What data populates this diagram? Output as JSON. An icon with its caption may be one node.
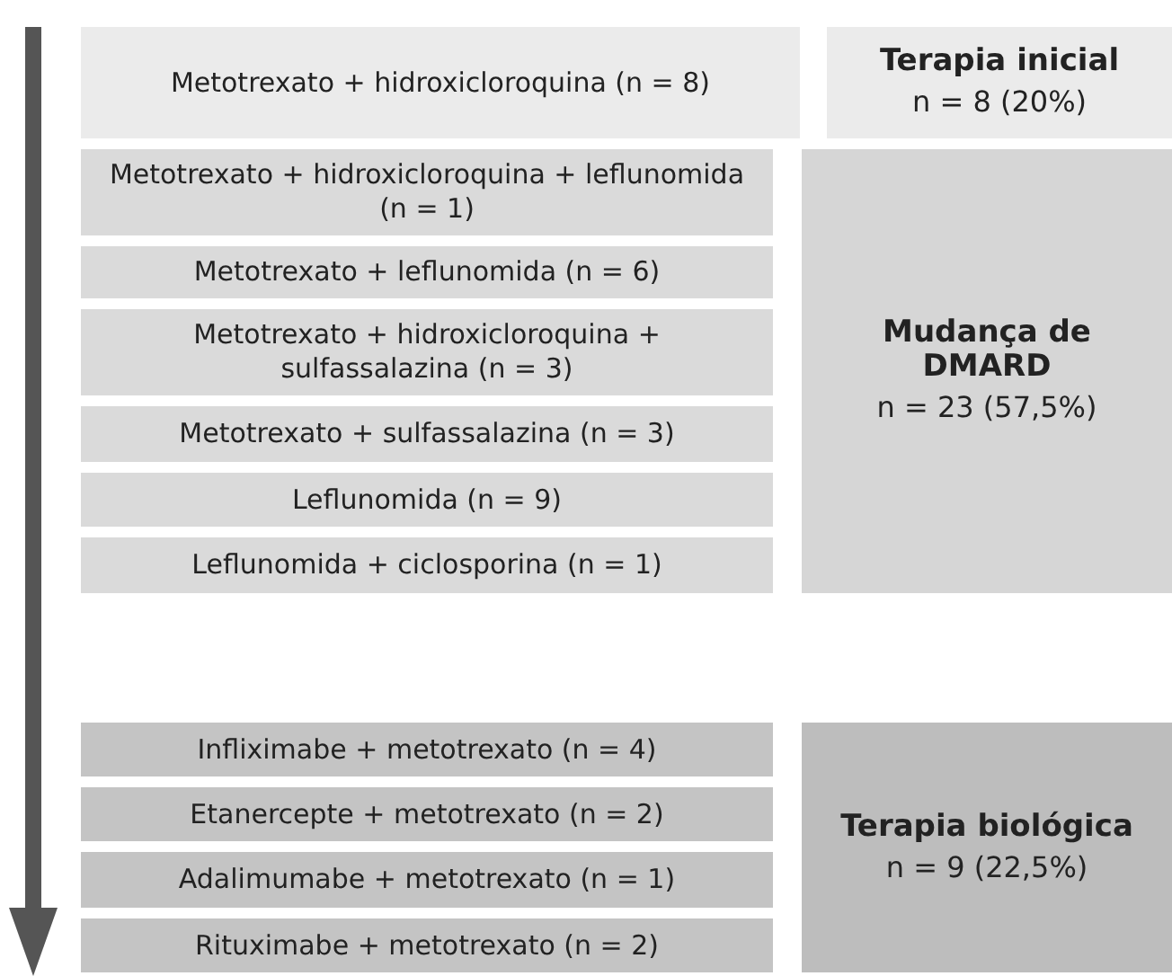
{
  "diagram": {
    "nodes": [
      {
        "text": [
          "Metotrexato + hidroxicloroquina (n = 8)"
        ]
      },
      {
        "text": [
          "Terapia inicial",
          "n = 8 (20%)"
        ]
      },
      {
        "text": [
          "Metotrexato + hidroxicloroquina + leflunomida (n = 1)"
        ]
      },
      {
        "text": [
          "Metotrexato + leflunomida (n = 6)"
        ]
      },
      {
        "text": [
          "Metotrexato + hidroxicloroquina + sulfassalazina (n = 3)"
        ]
      },
      {
        "text": [
          "Metotrexato + sulfassalazina (n = 3)"
        ]
      },
      {
        "text": [
          "Leflunomida (n = 9)"
        ]
      },
      {
        "text": [
          "Leflunomida + ciclosporina (n = 1)"
        ]
      },
      {
        "text": [
          "Mudança de DMARD",
          "n = 23 (57,5%)"
        ]
      },
      {
        "text": [
          "Infliximabe + metotrexato (n = 4)"
        ]
      },
      {
        "text": [
          "Etanercepte + metotrexato (n = 2)"
        ]
      },
      {
        "text": [
          "Adalimumabe + metotrexato (n = 1)"
        ]
      },
      {
        "text": [
          "Rituximabe + metotrexato (n = 2)"
        ]
      },
      {
        "text": [
          "Terapia biológica",
          "n = 9 (22,5%)"
        ]
      }
    ]
  }
}
